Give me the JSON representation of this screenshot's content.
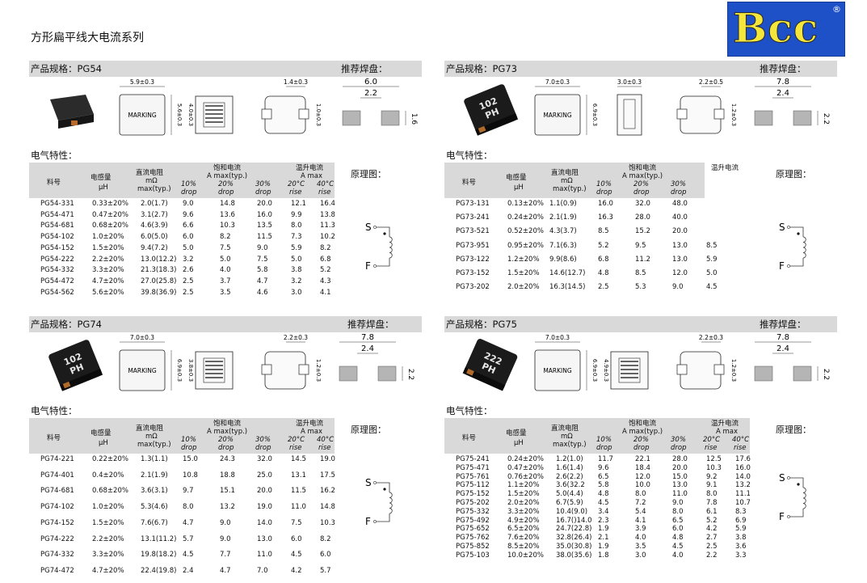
{
  "page_title": "方形扁平线大电流系列",
  "logo_text": "Bcc",
  "logo_mark": "®",
  "pad_label": "推荐焊盘：",
  "elec_label": "电气特性：",
  "schematic_label": "原理图：",
  "marking": "MARKING",
  "header": {
    "part_no": "料号",
    "inductance": "电感量",
    "inductance_unit": "µH",
    "dcr": "直流电阻",
    "dcr_unit": "mΩ",
    "dcr_max": "max(typ.)",
    "sat": "饱和电流",
    "sat_unit": "A max(typ.)",
    "sat_unit_plain": "A max",
    "p10": "10%",
    "p20": "20%",
    "p30": "30%",
    "drop": "drop",
    "temp": "温升电流",
    "temp_unit": "A max",
    "t20": "20°C",
    "t40": "40°C",
    "rise": "rise"
  },
  "pin_s": "S",
  "pin_f": "F",
  "sections": [
    {
      "spec": "产品规格：PG54",
      "dims": {
        "w": "5.9±0.3",
        "h": "5.6±0.3",
        "inner_h": "4.0±0.3",
        "term_w": "1.4±0.3",
        "term_h": "1.0±0.3",
        "pad_w": "6.0",
        "pad_gap": "2.2",
        "pad_h": "1.6"
      },
      "rows": [
        [
          "PG54-331",
          "0.33±20%",
          "2.0(1.7)",
          "9.0",
          "14.8",
          "20.0",
          "12.1",
          "16.4"
        ],
        [
          "PG54-471",
          "0.47±20%",
          "3.1(2.7)",
          "9.6",
          "13.6",
          "16.0",
          "9.9",
          "13.8"
        ],
        [
          "PG54-681",
          "0.68±20%",
          "4.6(3.9)",
          "6.6",
          "10.3",
          "13.5",
          "8.0",
          "11.3"
        ],
        [
          "PG54-102",
          "1.0±20%",
          "6.0(5.0)",
          "6.0",
          "8.2",
          "11.5",
          "7.3",
          "10.2"
        ],
        [
          "PG54-152",
          "1.5±20%",
          "9.4(7.2)",
          "5.0",
          "7.5",
          "9.0",
          "5.9",
          "8.2"
        ],
        [
          "PG54-222",
          "2.2±20%",
          "13.0(12.2)",
          "3.2",
          "5.0",
          "7.5",
          "5.0",
          "6.8"
        ],
        [
          "PG54-332",
          "3.3±20%",
          "21.3(18.3)",
          "2.6",
          "4.0",
          "5.8",
          "3.8",
          "5.2"
        ],
        [
          "PG54-472",
          "4.7±20%",
          "27.0(25.8)",
          "2.5",
          "3.7",
          "4.7",
          "3.2",
          "4.3"
        ],
        [
          "PG54-562",
          "5.6±20%",
          "39.8(36.9)",
          "2.5",
          "3.5",
          "4.6",
          "3.0",
          "4.1"
        ]
      ]
    },
    {
      "spec": "产品规格：PG73",
      "chip_text": "102\nPH",
      "dims": {
        "w": "7.0±0.3",
        "h": "6.9±0.3",
        "side_w": "3.0±0.3",
        "term_w": "2.2±0.5",
        "term_h": "1.2±0.3",
        "pad_w": "7.8",
        "pad_gap": "2.4",
        "pad_h": "2.2"
      },
      "rows": [
        [
          "PG73-131",
          "0.13±20%",
          "1.1(0.9)",
          "16.0",
          "32.0",
          "48.0",
          "",
          ""
        ],
        [
          "PG73-241",
          "0.24±20%",
          "2.1(1.9)",
          "16.3",
          "28.0",
          "40.0",
          "",
          ""
        ],
        [
          "PG73-521",
          "0.52±20%",
          "4.3(3.7)",
          "8.5",
          "15.2",
          "20.0",
          "",
          ""
        ],
        [
          "PG73-951",
          "0.95±20%",
          "7.1(6.3)",
          "5.2",
          "9.5",
          "13.0",
          "8.5",
          ""
        ],
        [
          "PG73-122",
          "1.2±20%",
          "9.9(8.6)",
          "6.8",
          "11.2",
          "13.0",
          "5.9",
          ""
        ],
        [
          "PG73-152",
          "1.5±20%",
          "14.6(12.7)",
          "4.8",
          "8.5",
          "12.0",
          "5.0",
          ""
        ],
        [
          "PG73-202",
          "2.0±20%",
          "16.3(14.5)",
          "2.5",
          "5.3",
          "9.0",
          "4.5",
          ""
        ]
      ]
    },
    {
      "spec": "产品规格：PG74",
      "chip_text": "102\nPH",
      "dims": {
        "w": "7.0±0.3",
        "h": "6.9±0.3",
        "inner_h": "3.8±0.3",
        "term_w": "2.2±0.3",
        "term_h": "1.2±0.3",
        "pad_w": "7.8",
        "pad_gap": "2.4",
        "pad_h": "2.2"
      },
      "rows": [
        [
          "PG74-221",
          "0.22±20%",
          "1.3(1.1)",
          "15.0",
          "24.3",
          "32.0",
          "14.5",
          "19.0"
        ],
        [
          "PG74-401",
          "0.4±20%",
          "2.1(1.9)",
          "10.8",
          "18.8",
          "25.0",
          "13.1",
          "17.5"
        ],
        [
          "PG74-681",
          "0.68±20%",
          "3.6(3.1)",
          "9.7",
          "15.1",
          "20.0",
          "11.5",
          "16.2"
        ],
        [
          "PG74-102",
          "1.0±20%",
          "5.3(4.6)",
          "8.0",
          "13.2",
          "19.0",
          "11.0",
          "14.8"
        ],
        [
          "PG74-152",
          "1.5±20%",
          "7.6(6.7)",
          "4.7",
          "9.0",
          "14.0",
          "7.5",
          "10.3"
        ],
        [
          "PG74-222",
          "2.2±20%",
          "13.1(11.2)",
          "5.7",
          "9.0",
          "13.0",
          "6.0",
          "8.2"
        ],
        [
          "PG74-332",
          "3.3±20%",
          "19.8(18.2)",
          "4.5",
          "7.7",
          "11.0",
          "4.5",
          "6.0"
        ],
        [
          "PG74-472",
          "4.7±20%",
          "22.4(19.8)",
          "2.4",
          "4.7",
          "7.0",
          "4.2",
          "5.7"
        ]
      ]
    },
    {
      "spec": "产品规格：PG75",
      "chip_text": "222\nPH",
      "dims": {
        "w": "7.0±0.3",
        "h": "6.9±0.3",
        "inner_h": "4.9±0.3",
        "term_w": "2.2±0.3",
        "term_h": "1.2±0.3",
        "pad_w": "7.8",
        "pad_gap": "2.4",
        "pad_h": "2.2"
      },
      "rows": [
        [
          "PG75-241",
          "0.24±20%",
          "1.2(1.0)",
          "11.7",
          "22.1",
          "28.0",
          "12.5",
          "17.6"
        ],
        [
          "PG75-471",
          "0.47±20%",
          "1.6(1.4)",
          "9.6",
          "18.4",
          "20.0",
          "10.3",
          "16.0"
        ],
        [
          "PG75-761",
          "0.76±20%",
          "2.6(2.2)",
          "6.5",
          "12.0",
          "15.0",
          "9.2",
          "14.0"
        ],
        [
          "PG75-112",
          "1.1±20%",
          "3.6(32.2",
          "5.8",
          "10.0",
          "13.0",
          "9.1",
          "13.2"
        ],
        [
          "PG75-152",
          "1.5±20%",
          "5.0(4.4)",
          "4.8",
          "8.0",
          "11.0",
          "8.0",
          "11.1"
        ],
        [
          "PG75-202",
          "2.0±20%",
          "6.7(5.9)",
          "4.5",
          "7.2",
          "9.0",
          "7.8",
          "10.7"
        ],
        [
          "PG75-332",
          "3.3±20%",
          "10.4(9.0)",
          "3.4",
          "5.4",
          "8.0",
          "6.1",
          "8.3"
        ],
        [
          "PG75-492",
          "4.9±20%",
          "16.7()14.0",
          "2.3",
          "4.1",
          "6.5",
          "5.2",
          "6.9"
        ],
        [
          "PG75-652",
          "6.5±20%",
          "24.7(22.8)",
          "1.9",
          "3.9",
          "6.0",
          "4.2",
          "5.9"
        ],
        [
          "PG75-762",
          "7.6±20%",
          "32.8(26.4)",
          "2.1",
          "4.0",
          "4.8",
          "2.7",
          "3.8"
        ],
        [
          "PG75-852",
          "8.5±20%",
          "35.0(30.8)",
          "1.9",
          "3.5",
          "4.5",
          "2.5",
          "3.6"
        ],
        [
          "PG75-103",
          "10.0±20%",
          "38.0(35.6)",
          "1.8",
          "3.0",
          "4.0",
          "2.2",
          "3.3"
        ]
      ]
    }
  ]
}
